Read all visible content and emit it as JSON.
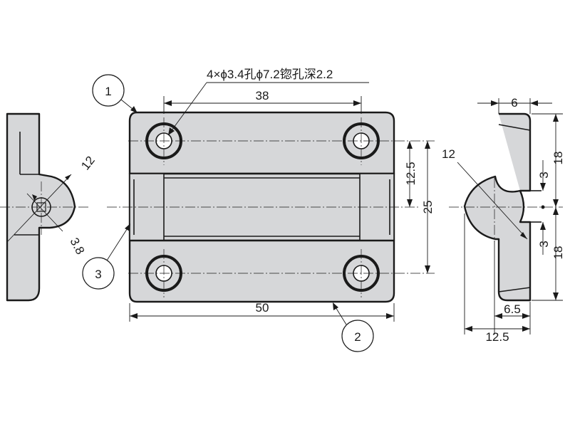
{
  "hole_note": "4×ϕ3.4孔ϕ7.2锪孔深2.2",
  "callouts": {
    "c1": "1",
    "c2": "2",
    "c3": "3"
  },
  "dims": {
    "front_hole_pitch": "38",
    "front_width": "50",
    "front_half_height": "12.5",
    "front_hole_span": "25",
    "left_knuckle": "12",
    "left_pin": "3.8",
    "right_thickness": "6",
    "right_knuckle": "12",
    "right_upper": "18",
    "right_lower": "18",
    "right_gap_upper": "3",
    "right_gap_lower": "3",
    "right_bottom_a": "6.5",
    "right_bottom_b": "12.5"
  },
  "colors": {
    "part_fill": "#d6d7d9",
    "line": "#1a1a1a"
  }
}
